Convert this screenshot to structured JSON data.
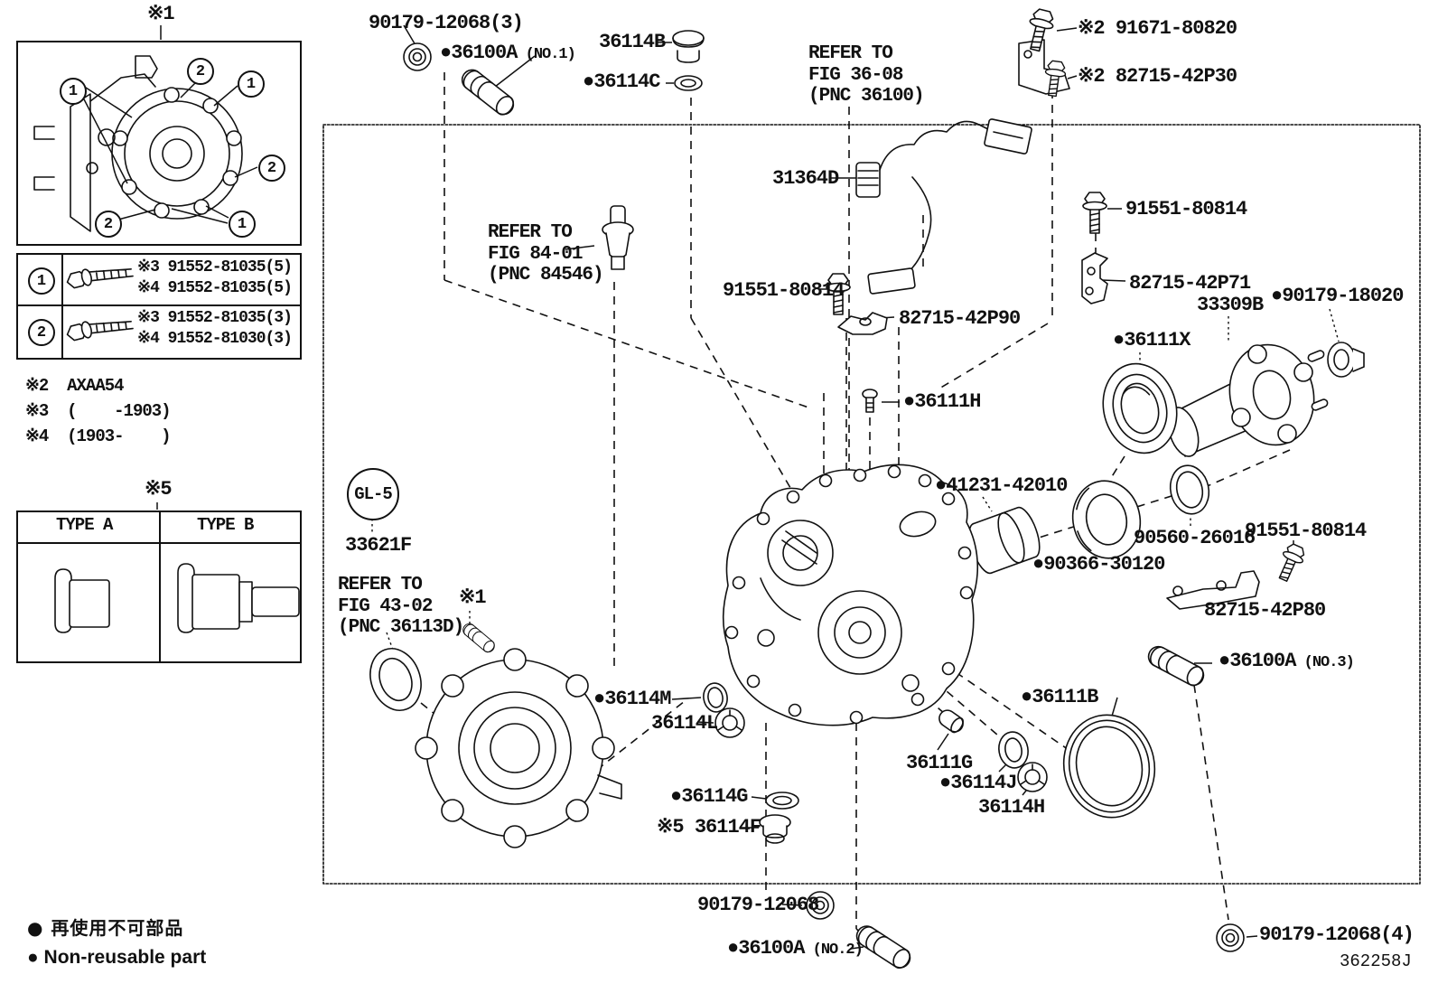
{
  "doc": {
    "drawing_number": "362258J"
  },
  "inset": {
    "note": "※1",
    "callouts": [
      "1",
      "2",
      "1",
      "2",
      "2",
      "1"
    ]
  },
  "bolt_table": {
    "rows": [
      {
        "callout": "1",
        "line1": "※3 91552-81035(5)",
        "line2": "※4 91552-81035(5)"
      },
      {
        "callout": "2",
        "line1": "※3 91552-81035(3)",
        "line2": "※4 91552-81030(3)"
      }
    ]
  },
  "footnotes": {
    "n2": "※2  AXAA54",
    "n3": "※3  (    -1903)",
    "n4": "※4  (1903-    )"
  },
  "type_table": {
    "note": "※5",
    "type_a": "TYPE A",
    "type_b": "TYPE B"
  },
  "legend": {
    "marker": "●",
    "jp": "再使用不可部品",
    "en": "Non-reusable part"
  },
  "labels": [
    {
      "text": "90179-12068(3)"
    },
    {
      "dot": "●",
      "text": "36100A",
      "suf": " (NO.1)"
    },
    {
      "text": "36114B"
    },
    {
      "dot": "●",
      "text": "36114C"
    },
    {
      "text": "REFER TO\nFIG 36-08\n(PNC 36100)"
    },
    {
      "pre": "※2 ",
      "text": "91671-80820"
    },
    {
      "pre": "※2 ",
      "text": "82715-42P30"
    },
    {
      "text": "31364D"
    },
    {
      "text": "91551-80814"
    },
    {
      "text": "REFER TO\nFIG 84-01\n(PNC 84546)"
    },
    {
      "text": "91551-80814"
    },
    {
      "text": "82715-42P90"
    },
    {
      "text": "82715-42P71"
    },
    {
      "text": "33309B"
    },
    {
      "dot": "●",
      "text": "90179-18020"
    },
    {
      "dot": "●",
      "text": "36111X"
    },
    {
      "dot": "●",
      "text": "36111H"
    },
    {
      "dot": "●",
      "text": "41231-42010"
    },
    {
      "text": "90560-26016"
    },
    {
      "text": "91551-80814"
    },
    {
      "dot": "●",
      "text": "90366-30120"
    },
    {
      "text": "82715-42P80"
    },
    {
      "text": "GL-5"
    },
    {
      "text": "33621F"
    },
    {
      "text": "REFER TO\nFIG 43-02\n(PNC 36113D)"
    },
    {
      "text": "※1"
    },
    {
      "dot": "●",
      "text": "36114M"
    },
    {
      "text": "36114L"
    },
    {
      "dot": "●",
      "text": "36111B"
    },
    {
      "text": "36111G"
    },
    {
      "dot": "●",
      "text": "36114J"
    },
    {
      "text": "36114H"
    },
    {
      "dot": "●",
      "text": "36114G"
    },
    {
      "pre": "※5 ",
      "text": "36114F"
    },
    {
      "dot": "●",
      "text": "36100A",
      "suf": " (NO.3)"
    },
    {
      "text": "90179-12068"
    },
    {
      "dot": "●",
      "text": "36100A",
      "suf": " (NO.2)"
    },
    {
      "text": "90179-12068(4)"
    }
  ]
}
